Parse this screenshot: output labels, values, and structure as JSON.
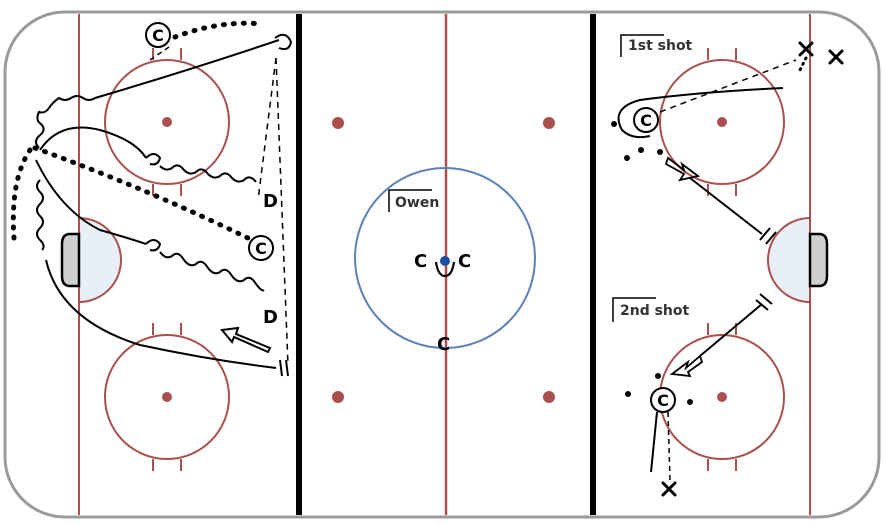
{
  "colors": {
    "board": "#9a9a9a",
    "red_line": "#a9504f",
    "blue_line": "#000000",
    "center_circle": "#5b82b8",
    "center_dot": "#1f4fa0",
    "crease_fill": "#e8f0f6",
    "net_fill": "#cfcfcf",
    "play": "#000000"
  },
  "labels": {
    "owen": "Owen",
    "first_shot": "1st shot",
    "second_shot": "2nd shot"
  },
  "players": {
    "coach_symbol": "C",
    "defense_symbol": "D",
    "opponent_symbol": "×"
  },
  "icons": {
    "coach": "circled-c-icon",
    "opponent": "x-mark-icon",
    "shot": "double-bar-shot-icon",
    "pass": "dashed-arrow-icon",
    "skate": "solid-arrow-icon",
    "carry": "wavy-arrow-icon",
    "backward": "dotted-arrow-icon"
  }
}
